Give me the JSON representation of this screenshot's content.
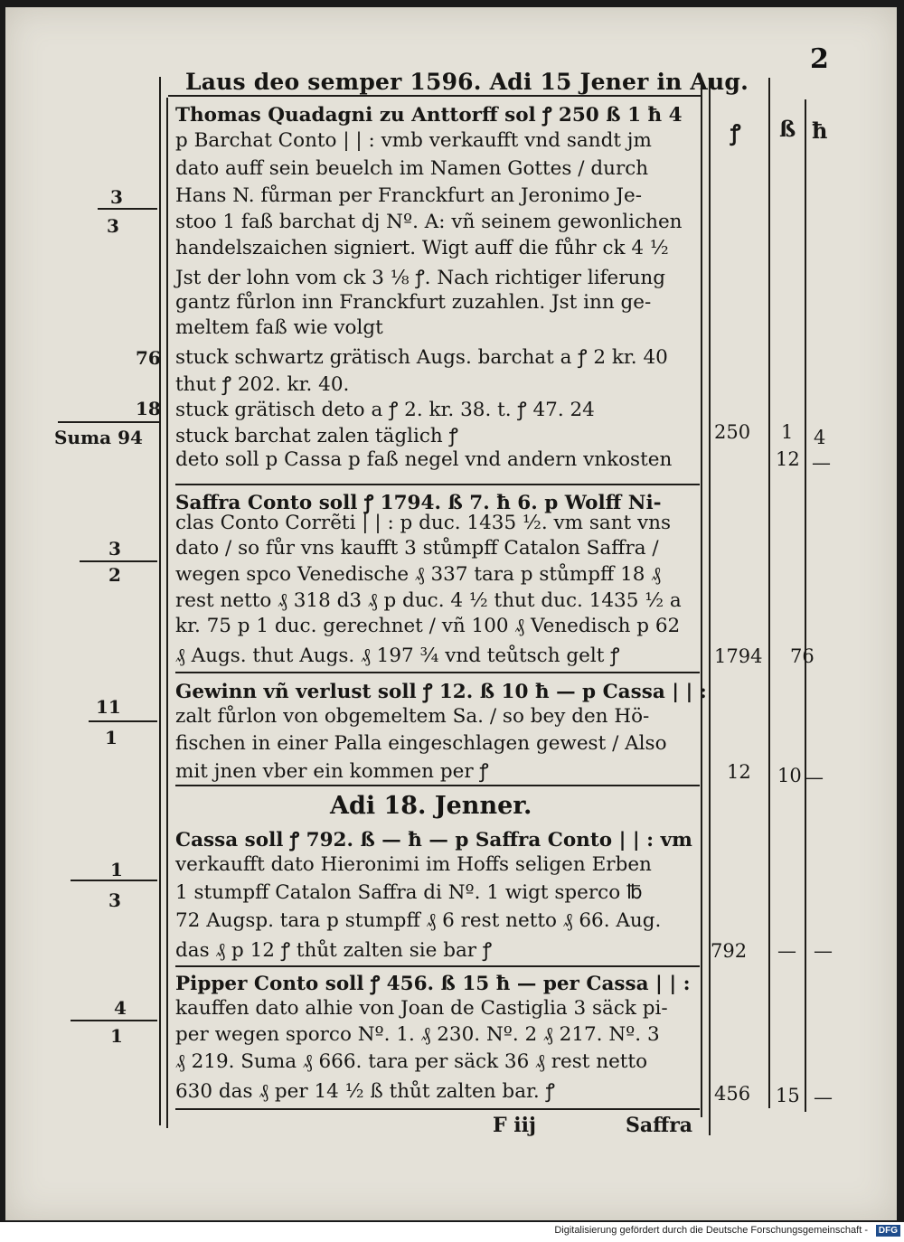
{
  "page": {
    "folio": "2",
    "header": "Laus deo semper 1596. Adi 15 Jener in Aug.",
    "column_headers": [
      "ꝭ",
      "ß",
      "ħ"
    ],
    "entries": [
      {
        "lines": [
          "Thomas Quadagni zu Anttorff sol ꝭ 250 ß 1 ħ 4",
          "p Barchat Conto | | : vmb verkaufft vnd sandt jm",
          "dato auff sein beuelch im Namen Gottes / durch",
          "Hans N. fůrman per Franckfurt an Jeronimo Je-",
          "stoo 1 faß barchat dj Nº. A: vñ seinem gewonlichen",
          "handelszaichen signiert. Wigt auff die fůhr ck 4 ½",
          "Jst der lohn vom ck 3 ⅛ ꝭ. Nach richtiger liferung",
          "gantz fůrlon inn Franckfurt zuzahlen. Jst inn ge-",
          "meltem faß wie volgt",
          "stuck schwartz grätisch Augs. barchat a ꝭ 2 kr. 40",
          "thut                              ꝭ 202. kr. 40.",
          "stuck grätisch deto a ꝭ 2. kr. 38. t.  ꝭ 47.      24",
          "stuck barchat zalen täglich                         ꝭ",
          "deto soll p Cassa p faß negel vnd andern vnkosten"
        ],
        "margin": [
          "3",
          "3",
          "76",
          "18",
          "Suma 94"
        ],
        "amounts": [
          "250",
          "1",
          "4",
          "12",
          "—"
        ]
      },
      {
        "lines": [
          "Saffra Conto soll ꝭ 1794. ß 7. ħ 6. p Wolff Ni-",
          "clas Conto Corrẽti | | : p duc. 1435 ½. vm sant vns",
          "dato / so fůr vns kaufft 3 stůmpff Catalon Saffra /",
          "wegen spco Venedische ₰ 337 tara p stůmpff 18 ₰",
          "rest netto ₰ 318 d3 ₰ p duc. 4 ½ thut duc. 1435 ½ a",
          "kr. 75 p 1 duc. gerechnet / vñ 100 ₰ Venedisch p 62",
          "₰ Augs. thut Augs. ₰ 197 ¾ vnd teůtsch gelt      ꝭ"
        ],
        "margin": [
          "3",
          "2"
        ],
        "amounts": [
          "1794",
          "76"
        ]
      },
      {
        "lines": [
          "Gewinn vñ verlust soll ꝭ 12. ß 10 ħ — p Cassa | | :",
          "zalt fůrlon von obgemeltem Sa.   / so bey den Hö-",
          "fischen in einer Palla eingeschlagen gewest / Also",
          "mit jnen vber ein kommen per                          ꝭ"
        ],
        "margin": [
          "11",
          "1"
        ],
        "amounts": [
          "12",
          "10",
          "—"
        ]
      },
      {
        "date": "Adi 18. Jenner.",
        "lines": [
          "Cassa soll ꝭ 792. ß — ħ — p Saffra Conto | | : vm",
          "verkaufft dato Hieronimi im Hoffs seligen Erben",
          "1 stumpff Catalon Saffra di Nº. 1 wigt sperco ℔",
          "72 Augsp. tara p stumpff ₰ 6 rest netto ₰ 66. Aug.",
          "das ₰ p 12 ꝭ thůt zalten sie bar                   ꝭ"
        ],
        "margin": [
          "1",
          "3"
        ],
        "amounts": [
          "792",
          "—",
          "—"
        ]
      },
      {
        "lines": [
          "Pipper Conto soll ꝭ 456. ß 15 ħ — per Cassa | | :",
          "kauffen dato alhie von Joan de Castiglia 3 säck pi-",
          "per wegen sporco Nº. 1. ₰ 230. Nº. 2 ₰ 217. Nº. 3",
          "₰ 219. Suma ₰ 666. tara per säck 36 ₰ rest netto",
          "630 das ₰ per 14 ½ ß thůt zalten bar.             ꝭ"
        ],
        "margin": [
          "4",
          "1"
        ],
        "amounts": [
          "456",
          "15",
          "—"
        ]
      }
    ],
    "catchword_sig": "F iij",
    "catchword": "Saffra"
  },
  "footer": {
    "text": "Digitalisierung gefördert durch die Deutsche Forschungsgemeinschaft -",
    "logo": "DFG"
  }
}
